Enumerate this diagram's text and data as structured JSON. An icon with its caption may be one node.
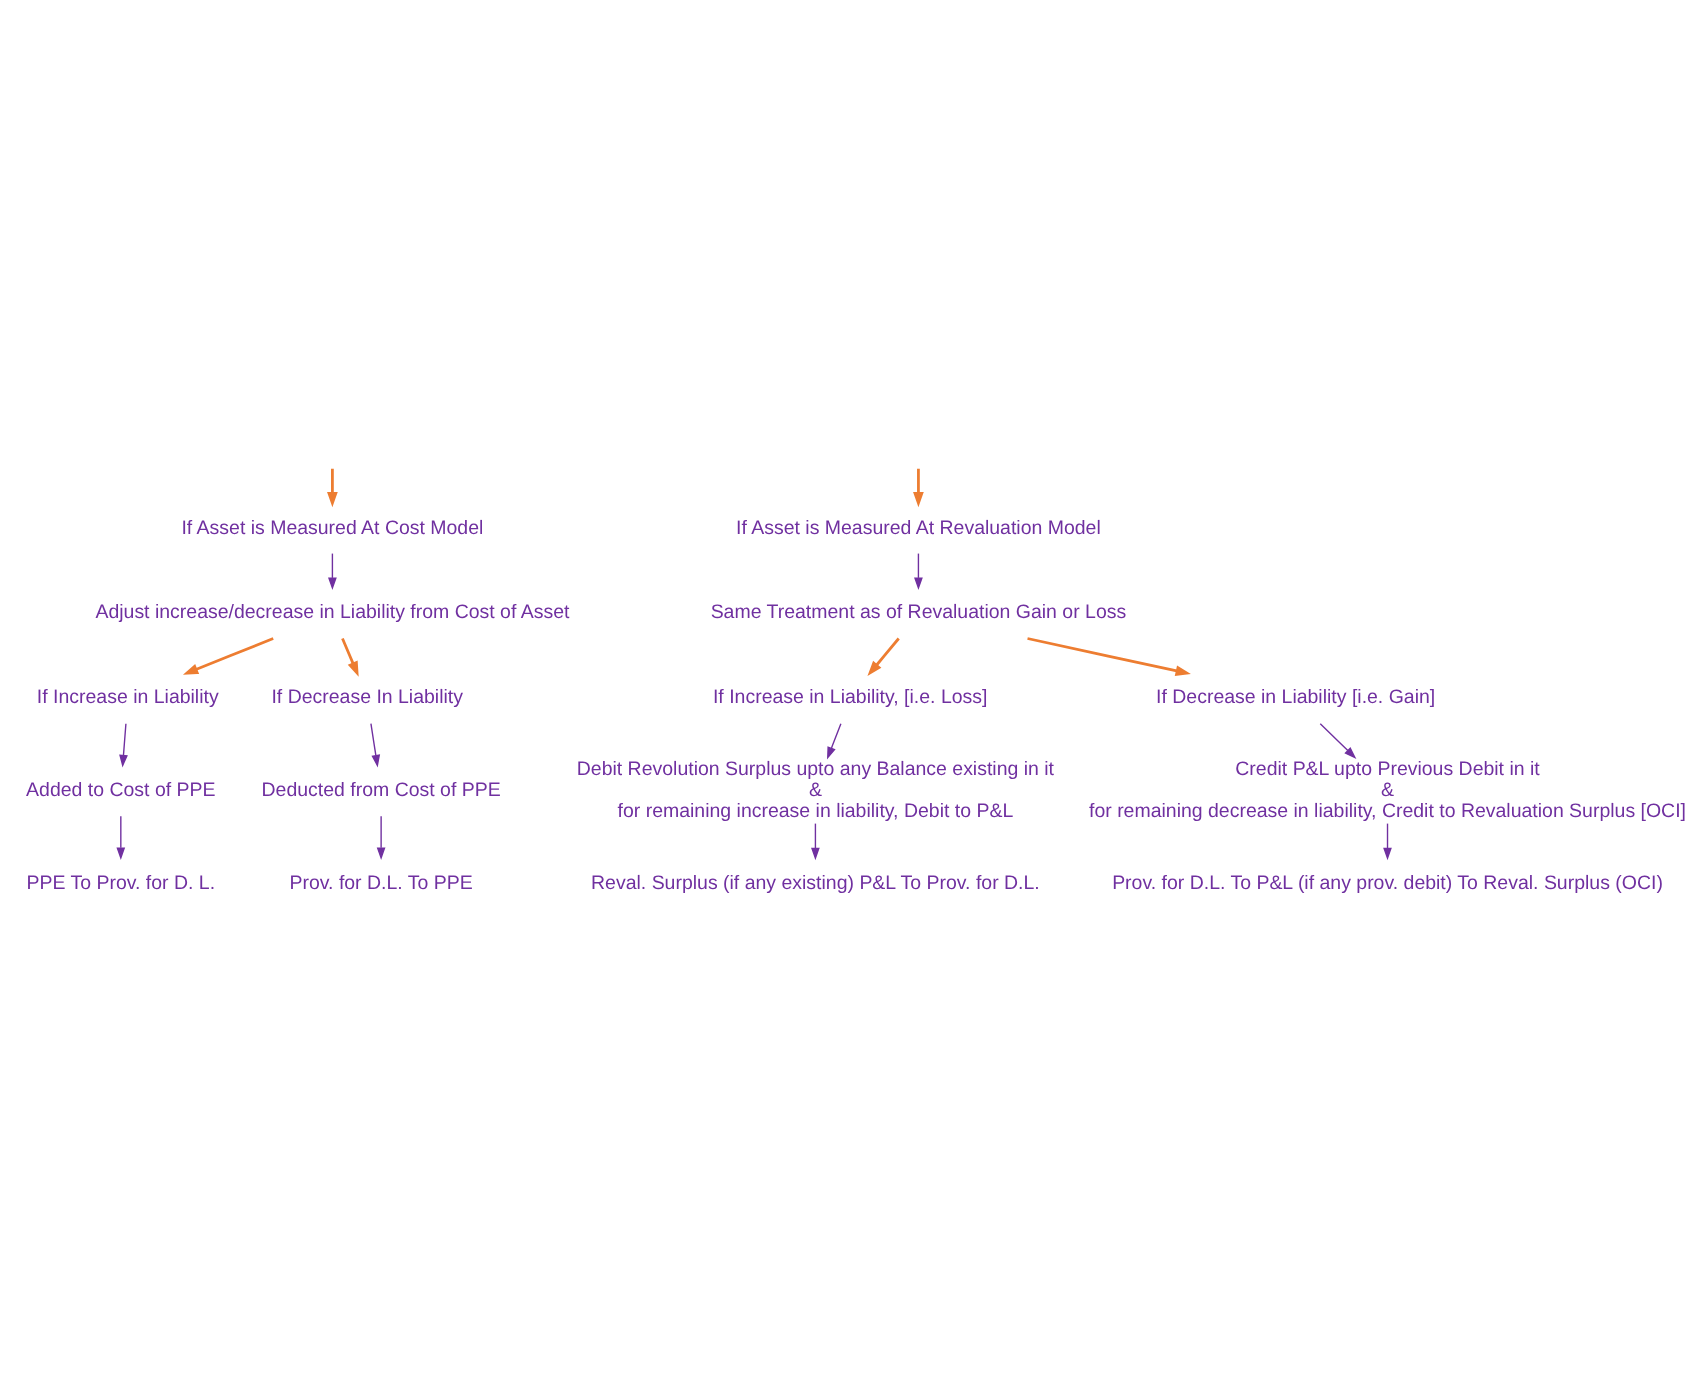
{
  "diagram": {
    "nodes": [
      {
        "text": [
          "If Asset is Measured At Cost Model"
        ]
      },
      {
        "text": [
          "If Asset is Measured At Revaluation Model"
        ]
      },
      {
        "text": [
          "Adjust increase/decrease in Liability from Cost of Asset"
        ]
      },
      {
        "text": [
          "Same Treatment as of Revaluation Gain or Loss"
        ]
      },
      {
        "text": [
          "If Increase in Liability"
        ]
      },
      {
        "text": [
          "If Decrease In Liability"
        ]
      },
      {
        "text": [
          "Added to Cost of PPE"
        ]
      },
      {
        "text": [
          "Deducted from Cost of PPE"
        ]
      },
      {
        "text": [
          "PPE To Prov. for D. L."
        ]
      },
      {
        "text": [
          "Prov. for D.L. To PPE"
        ]
      },
      {
        "text": [
          "If Increase in Liability, [i.e. Loss]"
        ]
      },
      {
        "text": [
          "If Decrease in Liability [i.e. Gain]"
        ]
      },
      {
        "text": [
          "Debit Revolution Surplus upto any Balance existing in it",
          "&",
          "for remaining increase in liability, Debit to P&L"
        ]
      },
      {
        "text": [
          "Credit P&L upto Previous Debit in it",
          "&",
          "for remaining decrease in liability, Credit to Revaluation Surplus [OCI]"
        ]
      },
      {
        "text": [
          "Reval. Surplus (if any existing) P&L To Prov. for D.L."
        ]
      },
      {
        "text": [
          "Prov. for D.L. To P&L (if any prov. debit) To Reval. Surplus (OCI)"
        ]
      }
    ],
    "edges": [
      {
        "from": null,
        "to": 0,
        "arrow": "to",
        "color": "#ed7d31"
      },
      {
        "from": null,
        "to": 1,
        "arrow": "to",
        "color": "#ed7d31"
      },
      {
        "from": 0,
        "to": 2,
        "arrow": "to"
      },
      {
        "from": 1,
        "to": 3,
        "arrow": "to"
      },
      {
        "from": 2,
        "to": 4,
        "arrow": "to",
        "color": "#ed7d31"
      },
      {
        "from": 2,
        "to": 5,
        "arrow": "to",
        "color": "#ed7d31"
      },
      {
        "from": 4,
        "to": 6,
        "arrow": "to"
      },
      {
        "from": 5,
        "to": 7,
        "arrow": "to"
      },
      {
        "from": 6,
        "to": 8,
        "arrow": "to"
      },
      {
        "from": 7,
        "to": 9,
        "arrow": "to"
      },
      {
        "from": 3,
        "to": 10,
        "arrow": "to",
        "color": "#ed7d31"
      },
      {
        "from": 3,
        "to": 11,
        "arrow": "to",
        "color": "#ed7d31"
      },
      {
        "from": 10,
        "to": 12,
        "arrow": "to"
      },
      {
        "from": 11,
        "to": 13,
        "arrow": "to"
      },
      {
        "from": 12,
        "to": 14,
        "arrow": "to"
      },
      {
        "from": 13,
        "to": 15,
        "arrow": "to"
      }
    ]
  }
}
